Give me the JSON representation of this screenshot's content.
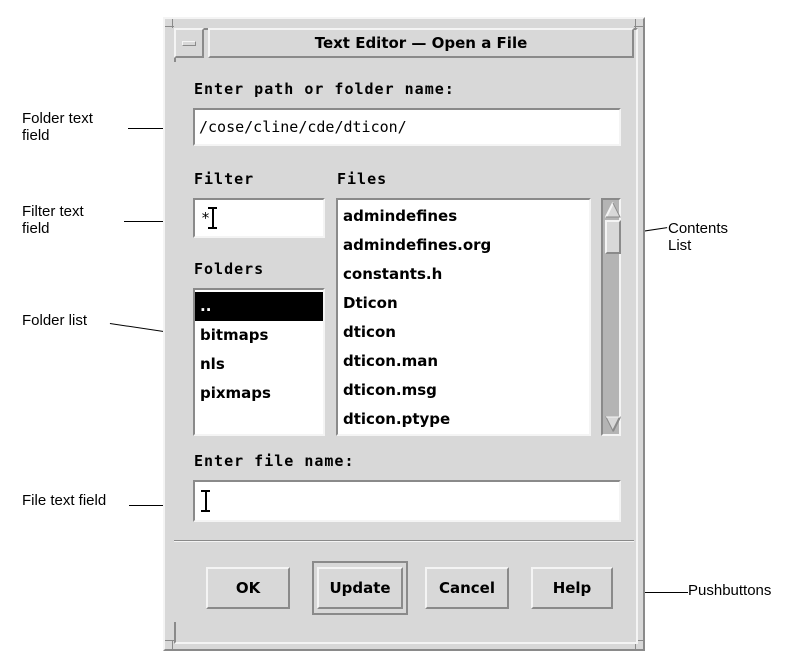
{
  "window": {
    "title": "Text Editor — Open a File",
    "minimize_icon": "minimize-icon"
  },
  "dialog": {
    "path_label": "Enter path or folder name:",
    "path_value": "/cose/cline/cde/dticon/",
    "filter_label": "Filter",
    "filter_value": "*",
    "folders_label": "Folders",
    "folders": [
      {
        "label": "..",
        "selected": true
      },
      {
        "label": "bitmaps",
        "selected": false
      },
      {
        "label": "nls",
        "selected": false
      },
      {
        "label": "pixmaps",
        "selected": false
      }
    ],
    "files_label": "Files",
    "files": [
      "admindefines",
      "admindefines.org",
      "constants.h",
      "Dticon",
      "dticon",
      "dticon.man",
      "dticon.msg",
      "dticon.ptype"
    ],
    "filename_label": "Enter file name:",
    "filename_value": "",
    "scrollbar": {
      "up_icon": "scroll-up-arrow-icon",
      "down_icon": "scroll-down-arrow-icon",
      "thumb_name": "scrollbar-thumb"
    },
    "buttons": [
      {
        "label": "OK",
        "focused": false
      },
      {
        "label": "Update",
        "focused": true
      },
      {
        "label": "Cancel",
        "focused": false
      },
      {
        "label": "Help",
        "focused": false
      }
    ]
  },
  "annotations": [
    {
      "text": "Folder text\nfield"
    },
    {
      "text": "Filter text\nfield"
    },
    {
      "text": "Folder list"
    },
    {
      "text": "File text field"
    },
    {
      "text": "Contents\nList"
    },
    {
      "text": "Pushbuttons"
    }
  ],
  "colors": {
    "face": "#d8d8d8",
    "light": "#f4f4f4",
    "shadow": "#8a8a8a",
    "field": "#ffffff",
    "trough": "#b4b4b4",
    "text": "#000000"
  }
}
